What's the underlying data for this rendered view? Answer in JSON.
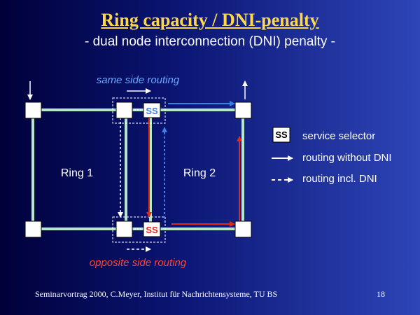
{
  "title": "Ring capacity / DNI-penalty",
  "subtitle": "- dual node interconnection (DNI) penalty -",
  "diagram": {
    "same_side_label": "same side routing",
    "opposite_side_label": "opposite side routing",
    "ring1_label": "Ring 1",
    "ring2_label": "Ring 2",
    "ss_label": "SS"
  },
  "legend": {
    "ss_box": "SS",
    "service_selector": "service selector",
    "routing_without_dni": "routing without DNI",
    "routing_incl_dni": "routing incl. DNI"
  },
  "colors": {
    "background_dark": "#00003a",
    "background_light": "#2e45b8",
    "title": "#ffd84a",
    "ring": "#b5e8c8",
    "blue_route": "#3d7de8",
    "red_route": "#e02a1a",
    "same_side_text": "#6aa8ff",
    "opposite_side_text": "#ff4030"
  },
  "footer": {
    "text": "Seminarvortrag 2000, C.Meyer,  Institut für Nachrichtensysteme, TU BS",
    "page": "18"
  }
}
